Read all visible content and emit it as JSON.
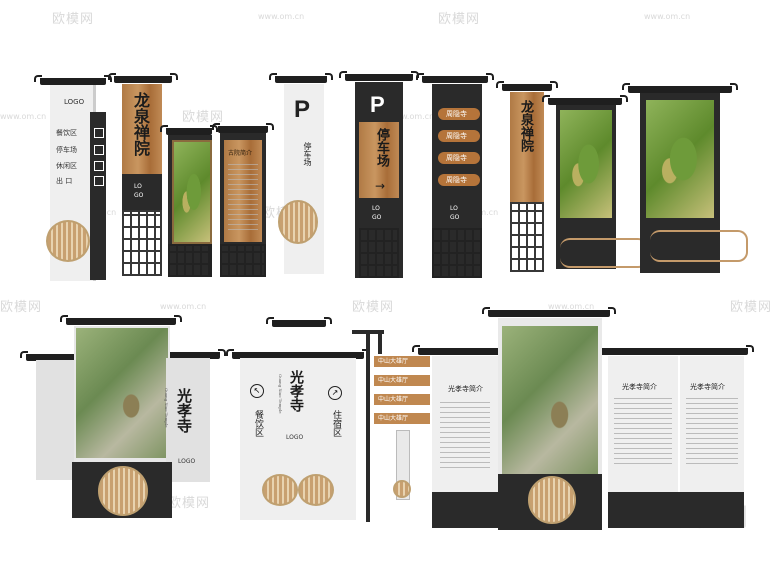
{
  "watermark": {
    "site": "欧模网",
    "url": "www.om.cn",
    "big": "欧模网"
  },
  "signs": {
    "s1": {
      "logo": "LOGO",
      "items": [
        "餐饮区",
        "停车场",
        "休闲区",
        "出 口"
      ]
    },
    "s2": {
      "title": "龙泉禅院",
      "logo": "LO GO"
    },
    "s3": {
      "title": "古院简介"
    },
    "s4": {
      "p": "P",
      "text": "停车场"
    },
    "s5": {
      "p": "P",
      "text": "停车场",
      "logo": "LO GO"
    },
    "s6": {
      "pills": [
        "周隐寺",
        "周隐寺",
        "周隐寺",
        "周隐寺"
      ],
      "logo": "LO GO"
    },
    "s7": {
      "title": "龙泉禅院"
    },
    "s9": {
      "title": "光孝寺",
      "subtitle": "Guang Xiao Temple",
      "logo": "LOGO"
    },
    "s10": {
      "title": "光孝寺",
      "subtitle": "Guang Xiao Temple",
      "logo": "LOGO",
      "left": "餐饮区",
      "right": "住宿区"
    },
    "s11": {
      "arrows": [
        "中山大雄厅",
        "中山大雄厅",
        "中山大雄厅",
        "中山大雄厅"
      ]
    },
    "s12": {
      "title_a": "光孝寺简介",
      "title_b": "光孝寺简介",
      "title_c": "光孝寺简介"
    }
  },
  "colors": {
    "dark": "#2a2a2a",
    "wood": "#b5743a",
    "panel": "#e1e1e1"
  }
}
